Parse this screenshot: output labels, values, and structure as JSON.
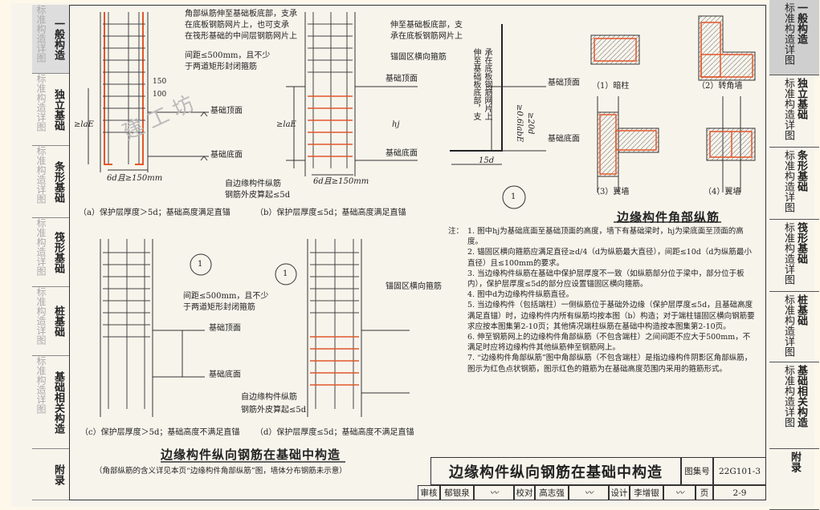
{
  "left_tabs": [
    {
      "faint": "标准构造详图",
      "label": "一般构造",
      "active": true
    },
    {
      "faint": "标准构造详图",
      "label": "独立基础",
      "active": false
    },
    {
      "faint": "标准构造详图",
      "label": "条形基础",
      "active": false
    },
    {
      "faint": "标准构造详图",
      "label": "筏形基础",
      "active": false
    },
    {
      "faint": "标准构造详图",
      "label": "桩基础",
      "active": false
    },
    {
      "faint": "标准构造详图",
      "label": "基础相关构造",
      "active": false
    },
    {
      "faint": "",
      "label": "附录",
      "active": false
    }
  ],
  "right_tabs": [
    {
      "sub": "标准构造详图",
      "label": "一般构造",
      "active": true
    },
    {
      "sub": "标准构造详图",
      "label": "独立基础",
      "active": false
    },
    {
      "sub": "标准构造详图",
      "label": "条形基础",
      "active": false
    },
    {
      "sub": "标准构造详图",
      "label": "筏形基础",
      "active": false
    },
    {
      "sub": "标准构造详图",
      "label": "桩基础",
      "active": false
    },
    {
      "sub": "标准构造详图",
      "label": "基础相关构造",
      "active": false
    },
    {
      "sub": "",
      "label": "附录",
      "active": false
    }
  ],
  "diagram_a": {
    "note1": "角部纵筋伸至基础板底部，支承",
    "note2": "在底板钢筋网片上，也可支承",
    "note3": "在筏形基础的中间层钢筋网片上",
    "note4": "间距≤500mm，且不少",
    "note5": "于两道矩形封闭箍筋",
    "top": "基础顶面",
    "bottom": "基础底面",
    "dim_anchor": "≥laE",
    "dim_100": "100",
    "dim_150": "150",
    "dim_hook": "6d且≥150mm",
    "caption": "（a）保护层厚度＞5d；基础高度满足直锚"
  },
  "diagram_b": {
    "note1": "伸至基础板底部，支",
    "note2": "承在底板钢筋网片上",
    "note3": "锚固区横向箍筋",
    "top": "基础顶面",
    "bottom": "基础底面",
    "dim_anchor": "≥laE",
    "dim_h": "hj",
    "dim_hook": "6d且≥150mm",
    "side1": "自边缘构件纵筋",
    "side2": "钢筋外皮算起≤5d",
    "caption": "（b）保护层厚度≤5d；基础高度满足直锚"
  },
  "hook_detail": {
    "vtext1": "伸至基础板底部，支",
    "vtext2": "承在底板钢筋网片上",
    "dim_a": "≥0.6labE",
    "dim_b": "≥20d",
    "dim_15": "15d",
    "circle": "1"
  },
  "corner_detail": {
    "title": "边缘构件角部纵筋",
    "l1": "（1）暗柱",
    "l2": "（2）转角墙",
    "l3": "（3）翼墙",
    "l4": "（4）翼墙"
  },
  "diagram_c": {
    "note1": "间距≤500mm，且不少",
    "note2": "于两道矩形封闭箍筋",
    "top": "基础顶面",
    "bottom": "基础底面",
    "circle": "1",
    "caption": "（c）保护层厚度＞5d；基础高度不满足直锚"
  },
  "diagram_d": {
    "note": "锚固区横向箍筋",
    "side1": "自边缘构件纵筋",
    "side2": "钢筋外皮算起≤5d",
    "circle": "1",
    "caption": "（d）保护层厚度≤5d；基础高度不满足直锚"
  },
  "main_title": "边缘构件纵向钢筋在基础中构造",
  "footnote": "（角部纵筋的含义详见本页“边缘构件角部纵筋”图，墙体分布钢筋未示意）",
  "notes": {
    "heading": "注：",
    "items": [
      "1. 图中hj为基础底面至基础顶面的高度，墙下有基础梁时，hj为梁底面至顶面的高度。",
      "2. 锚固区横向箍筋应满足直径≥d/4（d为纵筋最大直径），间距≤10d（d为纵筋最小直径）且≤100mm的要求。",
      "3. 当边缘构件纵筋在基础中保护层厚度不一致（如纵筋部分位于梁中，部分位于板内），保护层厚度≤5d的部分应设置锚固区横向箍筋。",
      "4. 图中d为边缘构件纵筋直径。",
      "5. 当边缘构件（包括端柱）一侧纵筋位于基础外边缘（保护层厚度≤5d，且基础高度满足直锚）时，边缘构件内所有纵筋均按本图（b）构造；对于端柱锚固区横向钢筋要求应按本图集第2-10页；其他情况端柱纵筋在基础中构造按本图集第2-10页。",
      "6. 伸至钢筋网上的边缘构件角部纵筋（不包含端柱）之间间距不应大于500mm，不满足时应将边缘构件其他纵筋伸至钢筋网上。",
      "7. “边缘构件角部纵筋”图中角部纵筋（不包含端柱）是指边缘构件阴影区角部纵筋，图示为红色点状钢筋，图示红色的箍筋为在基础高度范围内采用的箍筋形式。"
    ]
  },
  "title_block": {
    "title": "边缘构件纵向钢筋在基础中构造",
    "atlas_label": "图集号",
    "atlas_no": "22G101-3",
    "review_label": "审核",
    "reviewer": "郁银泉",
    "check_label": "校对",
    "checker": "高志强",
    "design_label": "设计",
    "designer": "李增银",
    "page_label": "页",
    "page_no": "2-9"
  },
  "watermark": "建工坊",
  "colors": {
    "rebar": "#e2572b",
    "line": "#333333",
    "paper": "#f7f4ec",
    "tab_active": "#cfcfcf"
  }
}
